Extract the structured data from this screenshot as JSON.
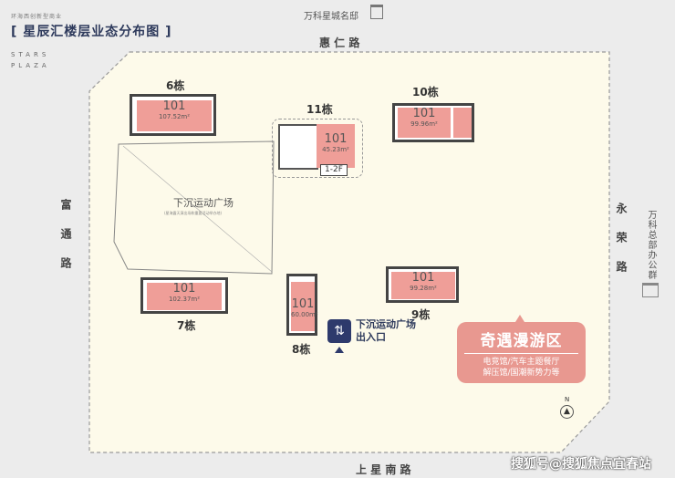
{
  "header": {
    "subtitle": "环海西创新型商业",
    "title": "[ 星辰汇楼层业态分布图 ]",
    "brand_line1": "STARS",
    "brand_line2": "PLAZA"
  },
  "roads": {
    "top": "惠 仁 路",
    "bottom": "上 星 南 路",
    "left": "富通路",
    "right": "永荣路"
  },
  "landmarks": {
    "top": "万科星城名邸",
    "right": "万科总部办公群"
  },
  "plaza": {
    "name": "下沉运动广场",
    "note": "(星海露天演出场和重要活动举办地)"
  },
  "entrance": {
    "line1": "下沉运动广场",
    "line2": "出入口"
  },
  "buildings": [
    {
      "name": "6栋",
      "unit": "101",
      "area": "107.52m²"
    },
    {
      "name": "11栋",
      "unit": "101",
      "area": "45.23m²",
      "floors": "1-2F"
    },
    {
      "name": "10栋",
      "unit": "101",
      "area": "99.96m²"
    },
    {
      "name": "7栋",
      "unit": "101",
      "area": "102.37m²"
    },
    {
      "name": "8栋",
      "unit": "101",
      "area": "60.00m²"
    },
    {
      "name": "9栋",
      "unit": "101",
      "area": "99.28m²"
    }
  ],
  "zone": {
    "title": "奇遇漫游区",
    "line1": "电竞馆/汽车主题餐厅",
    "line2": "解压馆/国潮新势力等"
  },
  "compass": "N",
  "watermark": "搜狐号@搜狐焦点宜春站",
  "colors": {
    "unit": "#ef9e98",
    "site": "#fdfaea",
    "title": "#2e3a5c",
    "callout": "#e89890"
  }
}
